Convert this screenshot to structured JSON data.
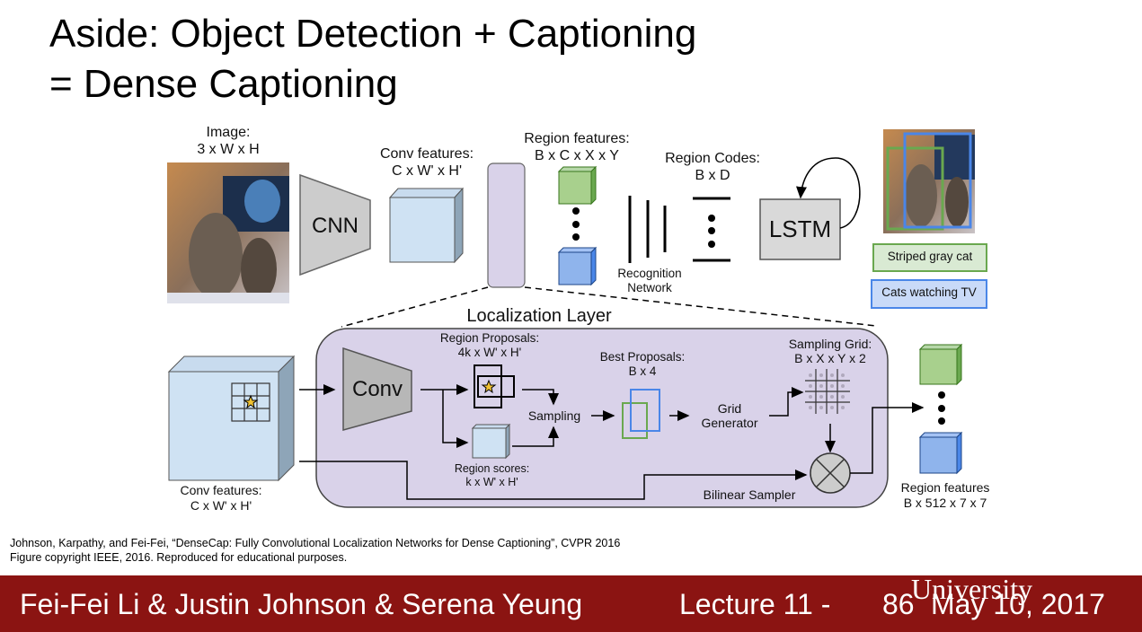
{
  "slide": {
    "title_line1": "Aside: Object Detection + Captioning",
    "title_line2": "= Dense Captioning"
  },
  "diagram": {
    "image_label": "Image:",
    "image_dims": "3 x W x H",
    "cnn_label": "CNN",
    "conv_features_label": "Conv features:",
    "conv_features_dims": "C x W' x H'",
    "region_features_label": "Region features:",
    "region_features_dims": "B x C x X x Y",
    "recognition_label_1": "Recognition",
    "recognition_label_2": "Network",
    "region_codes_label": "Region Codes:",
    "region_codes_dims": "B x D",
    "lstm_label": "LSTM",
    "caption_1": "Striped gray cat",
    "caption_2": "Cats watching TV",
    "localization_layer_title": "Localization Layer",
    "loc_conv_features_label": "Conv features:",
    "loc_conv_features_dims": "C x W' x H'",
    "loc_conv_label": "Conv",
    "region_proposals_label": "Region Proposals:",
    "region_proposals_dims": "4k x W' x H'",
    "region_scores_label": "Region scores:",
    "region_scores_dims": "k x W' x H'",
    "sampling_label": "Sampling",
    "best_proposals_label": "Best Proposals:",
    "best_proposals_dims": "B x 4",
    "grid_generator_1": "Grid",
    "grid_generator_2": "Generator",
    "sampling_grid_label": "Sampling Grid:",
    "sampling_grid_dims": "B x X x Y x 2",
    "bilinear_sampler_label": "Bilinear Sampler",
    "out_region_features_label": "Region features",
    "out_region_features_dims": "B x 512 x 7 x 7"
  },
  "citation": {
    "line1": "Johnson, Karpathy, and Fei-Fei, “DenseCap: Fully Convolutional Localization Networks for Dense Captioning”, CVPR 2016",
    "line2": "Figure copyright IEEE, 2016. Reproduced for educational purposes."
  },
  "footer": {
    "authors": "Fei-Fei Li & Justin Johnson & Serena Yeung",
    "lecture": "Lecture 11 -",
    "page": "86",
    "date": "May 10, 2017",
    "watermark": "University"
  },
  "colors": {
    "footer_bg": "#8b1412",
    "loc_layer_fill": "#d9d2e9",
    "green": "#6aa84f",
    "blue": "#4a86e8",
    "cube_light_blue": "#cfe2f3"
  }
}
